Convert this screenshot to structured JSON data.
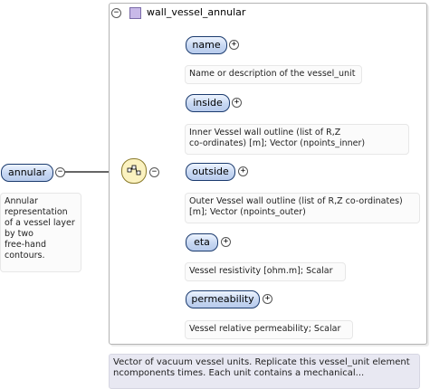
{
  "root": {
    "label": "annular",
    "documentation": "Annular\nrepresentation\nof a vessel layer\nby two\nfree-hand\ncontours."
  },
  "container": {
    "title": "wall_vessel_annular",
    "documentation": "Vector of vacuum vessel units. Replicate this vessel_unit element\nncomponents times. Each unit contains a mechanical..."
  },
  "elements": [
    {
      "label": "name",
      "documentation": "Name or description of the vessel_unit"
    },
    {
      "label": "inside",
      "documentation": "Inner Vessel wall outline (list of R,Z\nco-ordinates) [m]; Vector (npoints_inner)"
    },
    {
      "label": "outside",
      "documentation": "Outer Vessel wall outline (list of R,Z co-ordinates)\n[m]; Vector (npoints_outer)"
    },
    {
      "label": "eta",
      "documentation": "Vessel resistivity [ohm.m]; Scalar"
    },
    {
      "label": "permeability",
      "documentation": "Vessel relative permeability; Scalar"
    }
  ],
  "toggles": {
    "collapse": "−",
    "expand": "+"
  },
  "icons": {
    "container_icon": "complex-type-square-icon",
    "connector_icon": "sequence-compositor-icon"
  }
}
